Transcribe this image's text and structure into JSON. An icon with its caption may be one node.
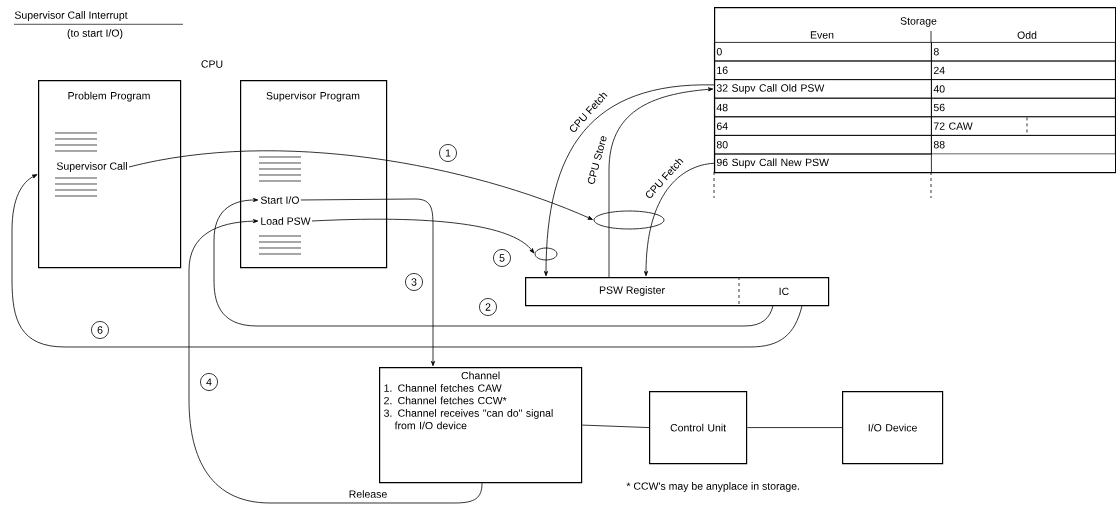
{
  "diagram": {
    "title": "Supervisor Call Interrupt",
    "nodes": [
      {
        "text": [
          "Problem Program"
        ]
      },
      {
        "text": [
          "Supervisor Call"
        ],
        "in": 0
      },
      {
        "text": [
          "Supervisor Program"
        ]
      },
      {
        "text": [
          "Start I/O"
        ],
        "in": 2
      },
      {
        "text": [
          "Load PSW"
        ],
        "in": 2
      },
      {
        "text": [
          "Storage",
          "Even",
          "Odd"
        ]
      },
      {
        "text": [
          "0"
        ],
        "in": 5
      },
      {
        "text": [
          "8"
        ],
        "in": 5
      },
      {
        "text": [
          "16"
        ],
        "in": 5
      },
      {
        "text": [
          "24"
        ],
        "in": 5
      },
      {
        "text": [
          "32 Supv Call Old PSW"
        ],
        "in": 5
      },
      {
        "text": [
          "40"
        ],
        "in": 5
      },
      {
        "text": [
          "48"
        ],
        "in": 5
      },
      {
        "text": [
          "56"
        ],
        "in": 5
      },
      {
        "text": [
          "64"
        ],
        "in": 5
      },
      {
        "text": [
          "72 CAW"
        ],
        "in": 5
      },
      {
        "text": [
          "80"
        ],
        "in": 5
      },
      {
        "text": [
          "88"
        ],
        "in": 5
      },
      {
        "text": [
          "96 Supv Call New PSW"
        ],
        "in": 5
      },
      {
        "text": [],
        "shape": "ellipse"
      },
      {
        "text": [],
        "shape": "ellipse"
      },
      {
        "text": [
          "PSW Register"
        ]
      },
      {
        "text": [
          "IC"
        ],
        "in": 21
      },
      {
        "text": [
          "Channel",
          "1. Channel fetches CAW",
          "2. Channel fetches CCW*",
          "3. Channel receives \"can do\" signal from I/O device"
        ]
      },
      {
        "text": [
          "Control Unit"
        ]
      },
      {
        "text": [
          "I/O Device"
        ]
      }
    ],
    "edges": [
      {
        "from": 1,
        "to": 19,
        "arrow": "to",
        "label": "1"
      },
      {
        "from": 10,
        "to": 21,
        "arrow": "to",
        "label": "CPU Fetch"
      },
      {
        "from": 21,
        "to": 10,
        "arrow": "to",
        "label": "CPU Store"
      },
      {
        "from": 18,
        "to": 21,
        "arrow": "to",
        "label": "CPU Fetch"
      },
      {
        "from": 4,
        "to": 20,
        "arrow": "to",
        "label": "5"
      },
      {
        "from": 22,
        "to": 3,
        "arrow": "to",
        "label": "2"
      },
      {
        "from": 22,
        "to": 0,
        "arrow": "to",
        "label": "6"
      },
      {
        "from": 3,
        "to": 23,
        "arrow": "to",
        "label": "3"
      },
      {
        "from": 23,
        "to": 4,
        "arrow": "to",
        "label": "4"
      },
      {
        "from": 23,
        "to": 24,
        "arrow": "none"
      },
      {
        "from": 24,
        "to": 25,
        "arrow": "none"
      }
    ],
    "labels": [
      "(to start I/O)",
      "CPU",
      "Release",
      "* CCW's may be anyplace in storage."
    ]
  }
}
